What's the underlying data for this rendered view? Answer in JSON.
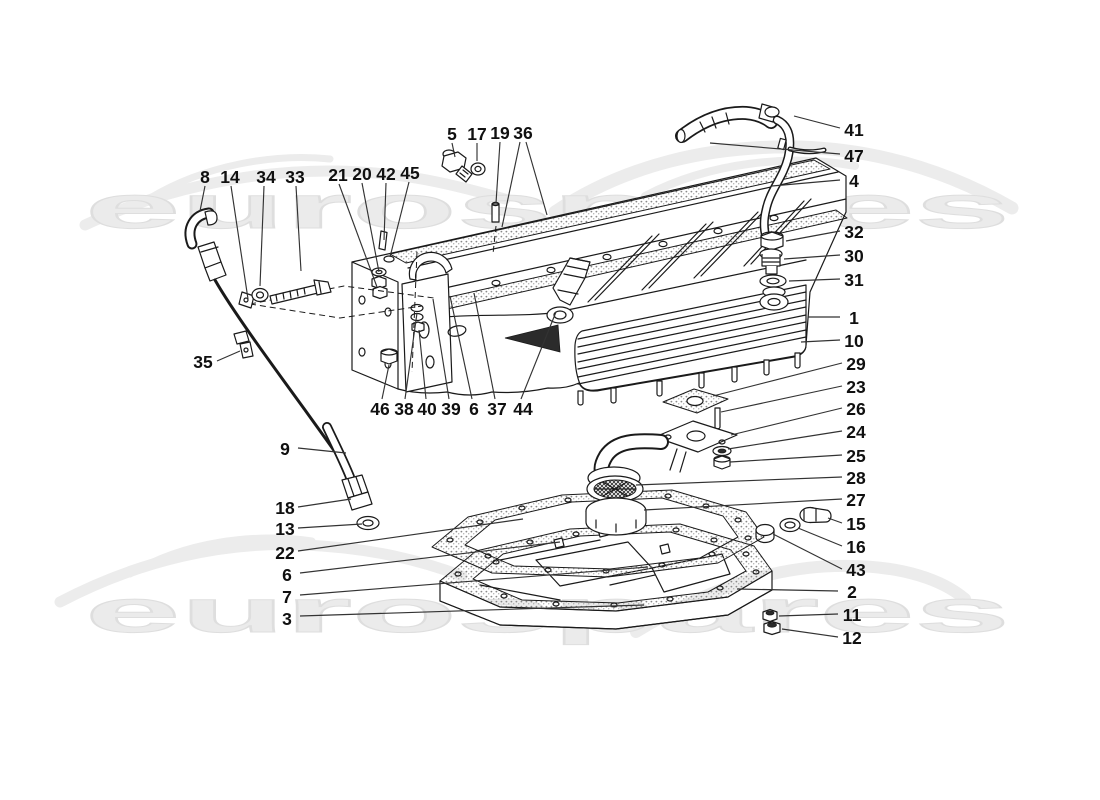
{
  "watermark": {
    "text": "eurospares",
    "color": "#ebebeb"
  },
  "artwork": {
    "line_color": "#1a1a1a",
    "background": "#ffffff"
  },
  "diagram": {
    "type": "exploded-parts-diagram",
    "parts": [
      {
        "num": "8",
        "label": [
          205,
          177
        ],
        "lines": [
          [
            205,
            186,
            200,
            211
          ]
        ]
      },
      {
        "num": "14",
        "label": [
          230,
          177
        ],
        "lines": [
          [
            231,
            186,
            248,
            299
          ]
        ]
      },
      {
        "num": "34",
        "label": [
          266,
          177
        ],
        "lines": [
          [
            264,
            186,
            260,
            286
          ]
        ]
      },
      {
        "num": "33",
        "label": [
          295,
          177
        ],
        "lines": [
          [
            296,
            186,
            301,
            271
          ]
        ]
      },
      {
        "num": "21",
        "label": [
          338,
          175
        ],
        "lines": [
          [
            339,
            184,
            377,
            287
          ]
        ]
      },
      {
        "num": "20",
        "label": [
          362,
          174
        ],
        "lines": [
          [
            362,
            183,
            379,
            272
          ]
        ]
      },
      {
        "num": "42",
        "label": [
          386,
          174
        ],
        "lines": [
          [
            386,
            183,
            384,
            240
          ]
        ]
      },
      {
        "num": "45",
        "label": [
          410,
          173
        ],
        "lines": [
          [
            409,
            182,
            390,
            257
          ]
        ]
      },
      {
        "num": "5",
        "label": [
          452,
          134
        ],
        "lines": [
          [
            452,
            143,
            455,
            157
          ]
        ]
      },
      {
        "num": "17",
        "label": [
          477,
          134
        ],
        "lines": [
          [
            477,
            143,
            477,
            161
          ]
        ]
      },
      {
        "num": "19",
        "label": [
          500,
          133
        ],
        "lines": [
          [
            500,
            142,
            496,
            203
          ]
        ]
      },
      {
        "num": "36",
        "label": [
          523,
          133
        ],
        "lines": [
          [
            520,
            142,
            502,
            227
          ],
          [
            526,
            142,
            547,
            215
          ]
        ]
      },
      {
        "num": "41",
        "label": [
          854,
          130
        ],
        "lines": [
          [
            840,
            128,
            794,
            116
          ]
        ]
      },
      {
        "num": "47",
        "label": [
          854,
          156
        ],
        "lines": [
          [
            840,
            154,
            710,
            143
          ]
        ]
      },
      {
        "num": "4",
        "label": [
          854,
          181
        ],
        "lines": [
          [
            840,
            180,
            772,
            186
          ]
        ]
      },
      {
        "num": "32",
        "label": [
          854,
          232
        ],
        "lines": [
          [
            840,
            231,
            786,
            241
          ]
        ]
      },
      {
        "num": "30",
        "label": [
          854,
          256
        ],
        "lines": [
          [
            840,
            255,
            784,
            259
          ]
        ]
      },
      {
        "num": "31",
        "label": [
          854,
          280
        ],
        "lines": [
          [
            840,
            279,
            789,
            281
          ]
        ]
      },
      {
        "num": "1",
        "label": [
          854,
          318
        ],
        "lines": [
          [
            840,
            317,
            808,
            317
          ]
        ]
      },
      {
        "num": "10",
        "label": [
          854,
          341
        ],
        "lines": [
          [
            840,
            340,
            801,
            342
          ]
        ]
      },
      {
        "num": "29",
        "label": [
          856,
          364
        ],
        "lines": [
          [
            842,
            363,
            713,
            396
          ]
        ]
      },
      {
        "num": "23",
        "label": [
          856,
          387
        ],
        "lines": [
          [
            842,
            386,
            721,
            412
          ]
        ]
      },
      {
        "num": "26",
        "label": [
          856,
          409
        ],
        "lines": [
          [
            842,
            408,
            731,
            435
          ]
        ]
      },
      {
        "num": "24",
        "label": [
          856,
          432
        ],
        "lines": [
          [
            842,
            431,
            728,
            449
          ]
        ]
      },
      {
        "num": "25",
        "label": [
          856,
          456
        ],
        "lines": [
          [
            842,
            455,
            730,
            462
          ]
        ]
      },
      {
        "num": "28",
        "label": [
          856,
          478
        ],
        "lines": [
          [
            842,
            477,
            636,
            485
          ]
        ]
      },
      {
        "num": "27",
        "label": [
          856,
          500
        ],
        "lines": [
          [
            842,
            499,
            644,
            510
          ]
        ]
      },
      {
        "num": "15",
        "label": [
          856,
          524
        ],
        "lines": [
          [
            842,
            523,
            828,
            518
          ]
        ]
      },
      {
        "num": "16",
        "label": [
          856,
          547
        ],
        "lines": [
          [
            842,
            546,
            798,
            528
          ]
        ]
      },
      {
        "num": "43",
        "label": [
          856,
          570
        ],
        "lines": [
          [
            842,
            569,
            773,
            534
          ]
        ]
      },
      {
        "num": "2",
        "label": [
          852,
          592
        ],
        "lines": [
          [
            838,
            591,
            737,
            589
          ]
        ]
      },
      {
        "num": "11",
        "label": [
          852,
          615
        ],
        "lines": [
          [
            838,
            614,
            779,
            616
          ]
        ]
      },
      {
        "num": "12",
        "label": [
          852,
          638
        ],
        "lines": [
          [
            838,
            637,
            782,
            629
          ]
        ]
      },
      {
        "num": "35",
        "label": [
          203,
          362
        ],
        "lines": [
          [
            217,
            361,
            240,
            351
          ]
        ]
      },
      {
        "num": "9",
        "label": [
          285,
          449
        ],
        "lines": [
          [
            298,
            448,
            346,
            453
          ]
        ]
      },
      {
        "num": "18",
        "label": [
          285,
          508
        ],
        "lines": [
          [
            298,
            507,
            351,
            499
          ]
        ]
      },
      {
        "num": "13",
        "label": [
          285,
          529
        ],
        "lines": [
          [
            298,
            528,
            362,
            524
          ]
        ]
      },
      {
        "num": "22",
        "label": [
          285,
          553
        ],
        "lines": [
          [
            298,
            551,
            523,
            519
          ]
        ]
      },
      {
        "num": "6",
        "label": [
          287,
          575
        ],
        "lines": [
          [
            300,
            573,
            560,
            542
          ]
        ]
      },
      {
        "num": "7",
        "label": [
          287,
          597
        ],
        "lines": [
          [
            300,
            595,
            648,
            567
          ]
        ]
      },
      {
        "num": "3",
        "label": [
          287,
          619
        ],
        "lines": [
          [
            300,
            616,
            644,
            605
          ]
        ]
      },
      {
        "num": "46",
        "label": [
          380,
          409
        ],
        "lines": [
          [
            382,
            399,
            389,
            365
          ]
        ]
      },
      {
        "num": "38",
        "label": [
          404,
          409
        ],
        "lines": [
          [
            405,
            399,
            417,
            313
          ]
        ]
      },
      {
        "num": "40",
        "label": [
          427,
          409
        ],
        "lines": [
          [
            426,
            399,
            419,
            330
          ]
        ]
      },
      {
        "num": "39",
        "label": [
          451,
          409
        ],
        "lines": [
          [
            449,
            399,
            433,
            299
          ]
        ]
      },
      {
        "num": "6",
        "label": [
          474,
          409
        ],
        "lines": [
          [
            472,
            399,
            450,
            296
          ]
        ]
      },
      {
        "num": "37",
        "label": [
          497,
          409
        ],
        "lines": [
          [
            495,
            399,
            474,
            293
          ]
        ]
      },
      {
        "num": "44",
        "label": [
          523,
          409
        ],
        "lines": [
          [
            521,
            399,
            556,
            312
          ]
        ]
      }
    ]
  }
}
